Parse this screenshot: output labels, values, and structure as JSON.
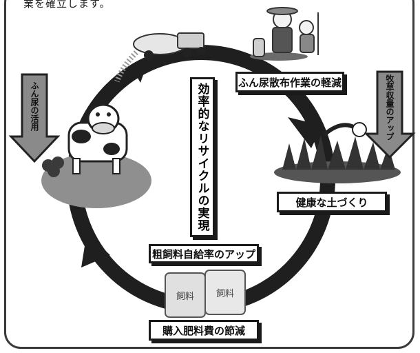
{
  "intro_fragment": "業を確立します。",
  "center_text": "効率的なリサイクルの実現",
  "labels": {
    "top": "ふん尿散布作業の軽減",
    "right": "健康な土づくり",
    "bottom_upper": "粗飼料自給率のアップ",
    "bottom_lower": "購入肥料費の節減"
  },
  "arrows": {
    "left": "ふん尿の活用",
    "right": "牧草収量のアップ"
  },
  "bag_label": "飼料"
}
